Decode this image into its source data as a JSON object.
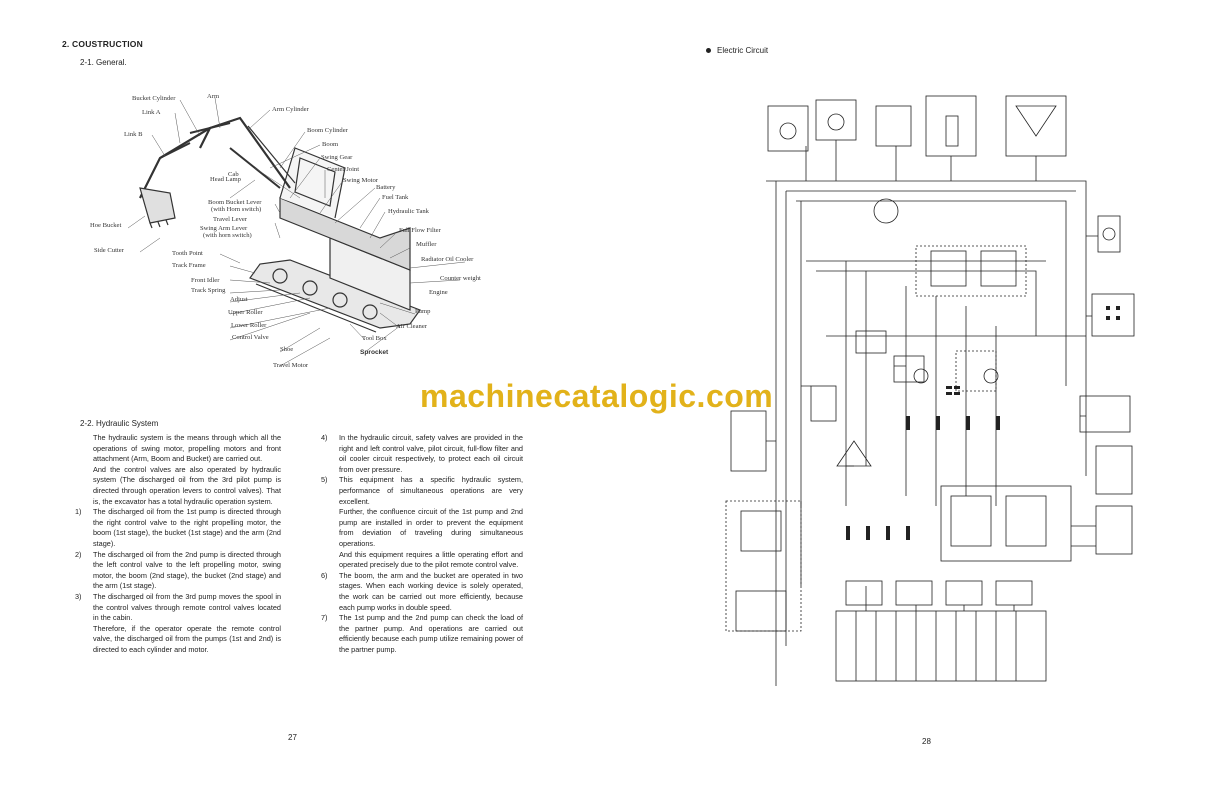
{
  "left_page": {
    "section_title": "2. COUSTRUCTION",
    "subsection_general": "2-1. General.",
    "diagram_labels": {
      "bucket_cylinder": "Bucket Cylinder",
      "arm": "Arm",
      "link_a": "Link A",
      "arm_cylinder": "Arm Cylinder",
      "link_b": "Link B",
      "boom_cylinder": "Boom Cylinder",
      "boom": "Boom",
      "swing_gear": "Swing Gear",
      "center_joint": "Center Joint",
      "cab": "Cab",
      "head_lamp": "Head Lamp",
      "swing_motor": "Swing Motor",
      "battery": "Battery",
      "boom_bucket_lever": "Boom Bucket Lever",
      "boom_bucket_lever_sub": "(with Horn switch)",
      "fuel_tank": "Fuel Tank",
      "travel_lever": "Travel Lever",
      "hydraulic_tank": "Hydraulic Tank",
      "swing_arm_lever": "Swing Arm Lever",
      "swing_arm_lever_sub": "(with horn switch)",
      "hoe_bucket": "Hoe Bucket",
      "full_flow_filter": "Full Flow Filter",
      "muffler": "Muffler",
      "side_cutter": "Side Cutter",
      "tooth_point": "Tooth Point",
      "radiator_oil_cooler": "Radiator Oil Cooler",
      "track_frame": "Track Frame",
      "front_idler": "Front Idler",
      "counter_weight": "Counter weight",
      "track_spring": "Track Spring",
      "engine": "Engine",
      "adjust": "Adjust",
      "upper_roller": "Upper Roller",
      "pump": "Pump",
      "lower_roller": "Lower Roller",
      "air_cleaner": "Air Cleaner",
      "control_valve": "Control Valve",
      "tool_box": "Tool Box",
      "shoe": "Shoe",
      "sprocket": "Sprocket",
      "travel_motor": "Travel Motor"
    },
    "hydraulic_title": "2-2. Hydraulic System",
    "col1_intro": [
      "The hydraulic system is the means through which all the operations of swing motor, propelling motors and front attachment (Arm, Boom and Bucket) are carried out.",
      "And the control valves are also operated by hydraulic system (The discharged oil from the 3rd pilot pump is directed through operation levers to control valves). That is, the excavator has a total hydraulic operation system."
    ],
    "col1_items": [
      {
        "num": "1)",
        "text": "The discharged oil from the 1st pump is directed through the right control valve to the right propelling motor, the boom (1st stage), the bucket (1st stage) and the arm (2nd stage)."
      },
      {
        "num": "2)",
        "text": "The discharged oil from the 2nd pump is directed through the left control valve to the left propelling motor, swing motor, the boom (2nd stage), the bucket (2nd stage) and the arm (1st stage)."
      },
      {
        "num": "3)",
        "text": "The discharged oil from the 3rd pump moves the spool in the control valves through remote control valves located in the cabin."
      }
    ],
    "col1_outro": "Therefore, if the operator operate the remote control valve, the discharged oil from the pumps (1st and 2nd) is directed to each cylinder and motor.",
    "col2_items": [
      {
        "num": "4)",
        "text": "In the hydraulic circuit, safety valves are provided in the right and left control valve, pilot circuit, full-flow filter and oil cooler circuit respectively, to protect each oil circuit from over pressure."
      },
      {
        "num": "5)",
        "text": "This equipment has a specific hydraulic system, performance of simultaneous operations are very excellent."
      }
    ],
    "col2_para_a": "Further, the confluence circuit of the 1st pump and 2nd pump are installed in order to prevent the equipment from deviation of traveling during simultaneous operations.",
    "col2_para_b": "And this equipment requires a little operating effort and operated precisely due to the pilot remote control valve.",
    "col2_items_b": [
      {
        "num": "6)",
        "text": "The boom, the arm and the bucket are operated in two stages. When each working device is solely operated, the work can be carried out more efficiently, because each pump works in double speed."
      },
      {
        "num": "7)",
        "text": "The 1st pump and the 2nd pump can check the load of the partner pump. And operations are carried out efficiently because each pump utilize remaining power of the partner pump."
      }
    ],
    "page_number": "27"
  },
  "right_page": {
    "title": "Electric Circuit",
    "page_number": "28"
  },
  "watermark": "machinecatalogic.com"
}
